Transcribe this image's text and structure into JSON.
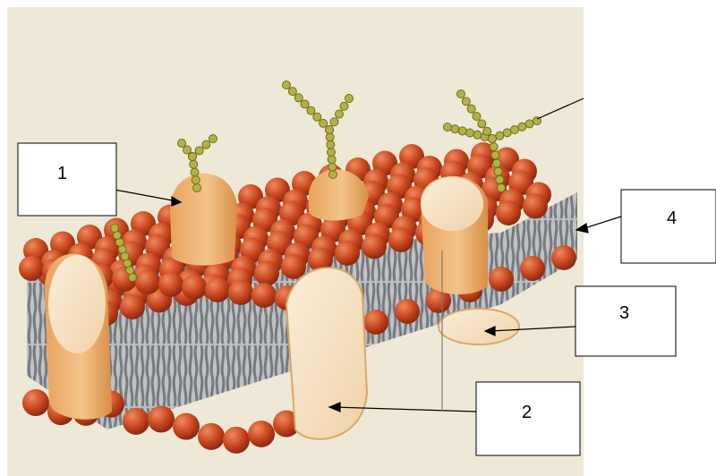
{
  "labels": [
    {
      "id": "1",
      "text": "1"
    },
    {
      "id": "2",
      "text": "2"
    },
    {
      "id": "3",
      "text": "3"
    },
    {
      "id": "4",
      "text": "4"
    }
  ],
  "colors": {
    "background": "#eee9d6",
    "phospholipid_head": "#c8461f",
    "phospholipid_head_highlight": "#ef8a5c",
    "tail": "#777b80",
    "protein": "#e9b06c",
    "protein_light": "#f7e2c2",
    "carbohydrate": "#b4b245",
    "line": "#000000"
  }
}
